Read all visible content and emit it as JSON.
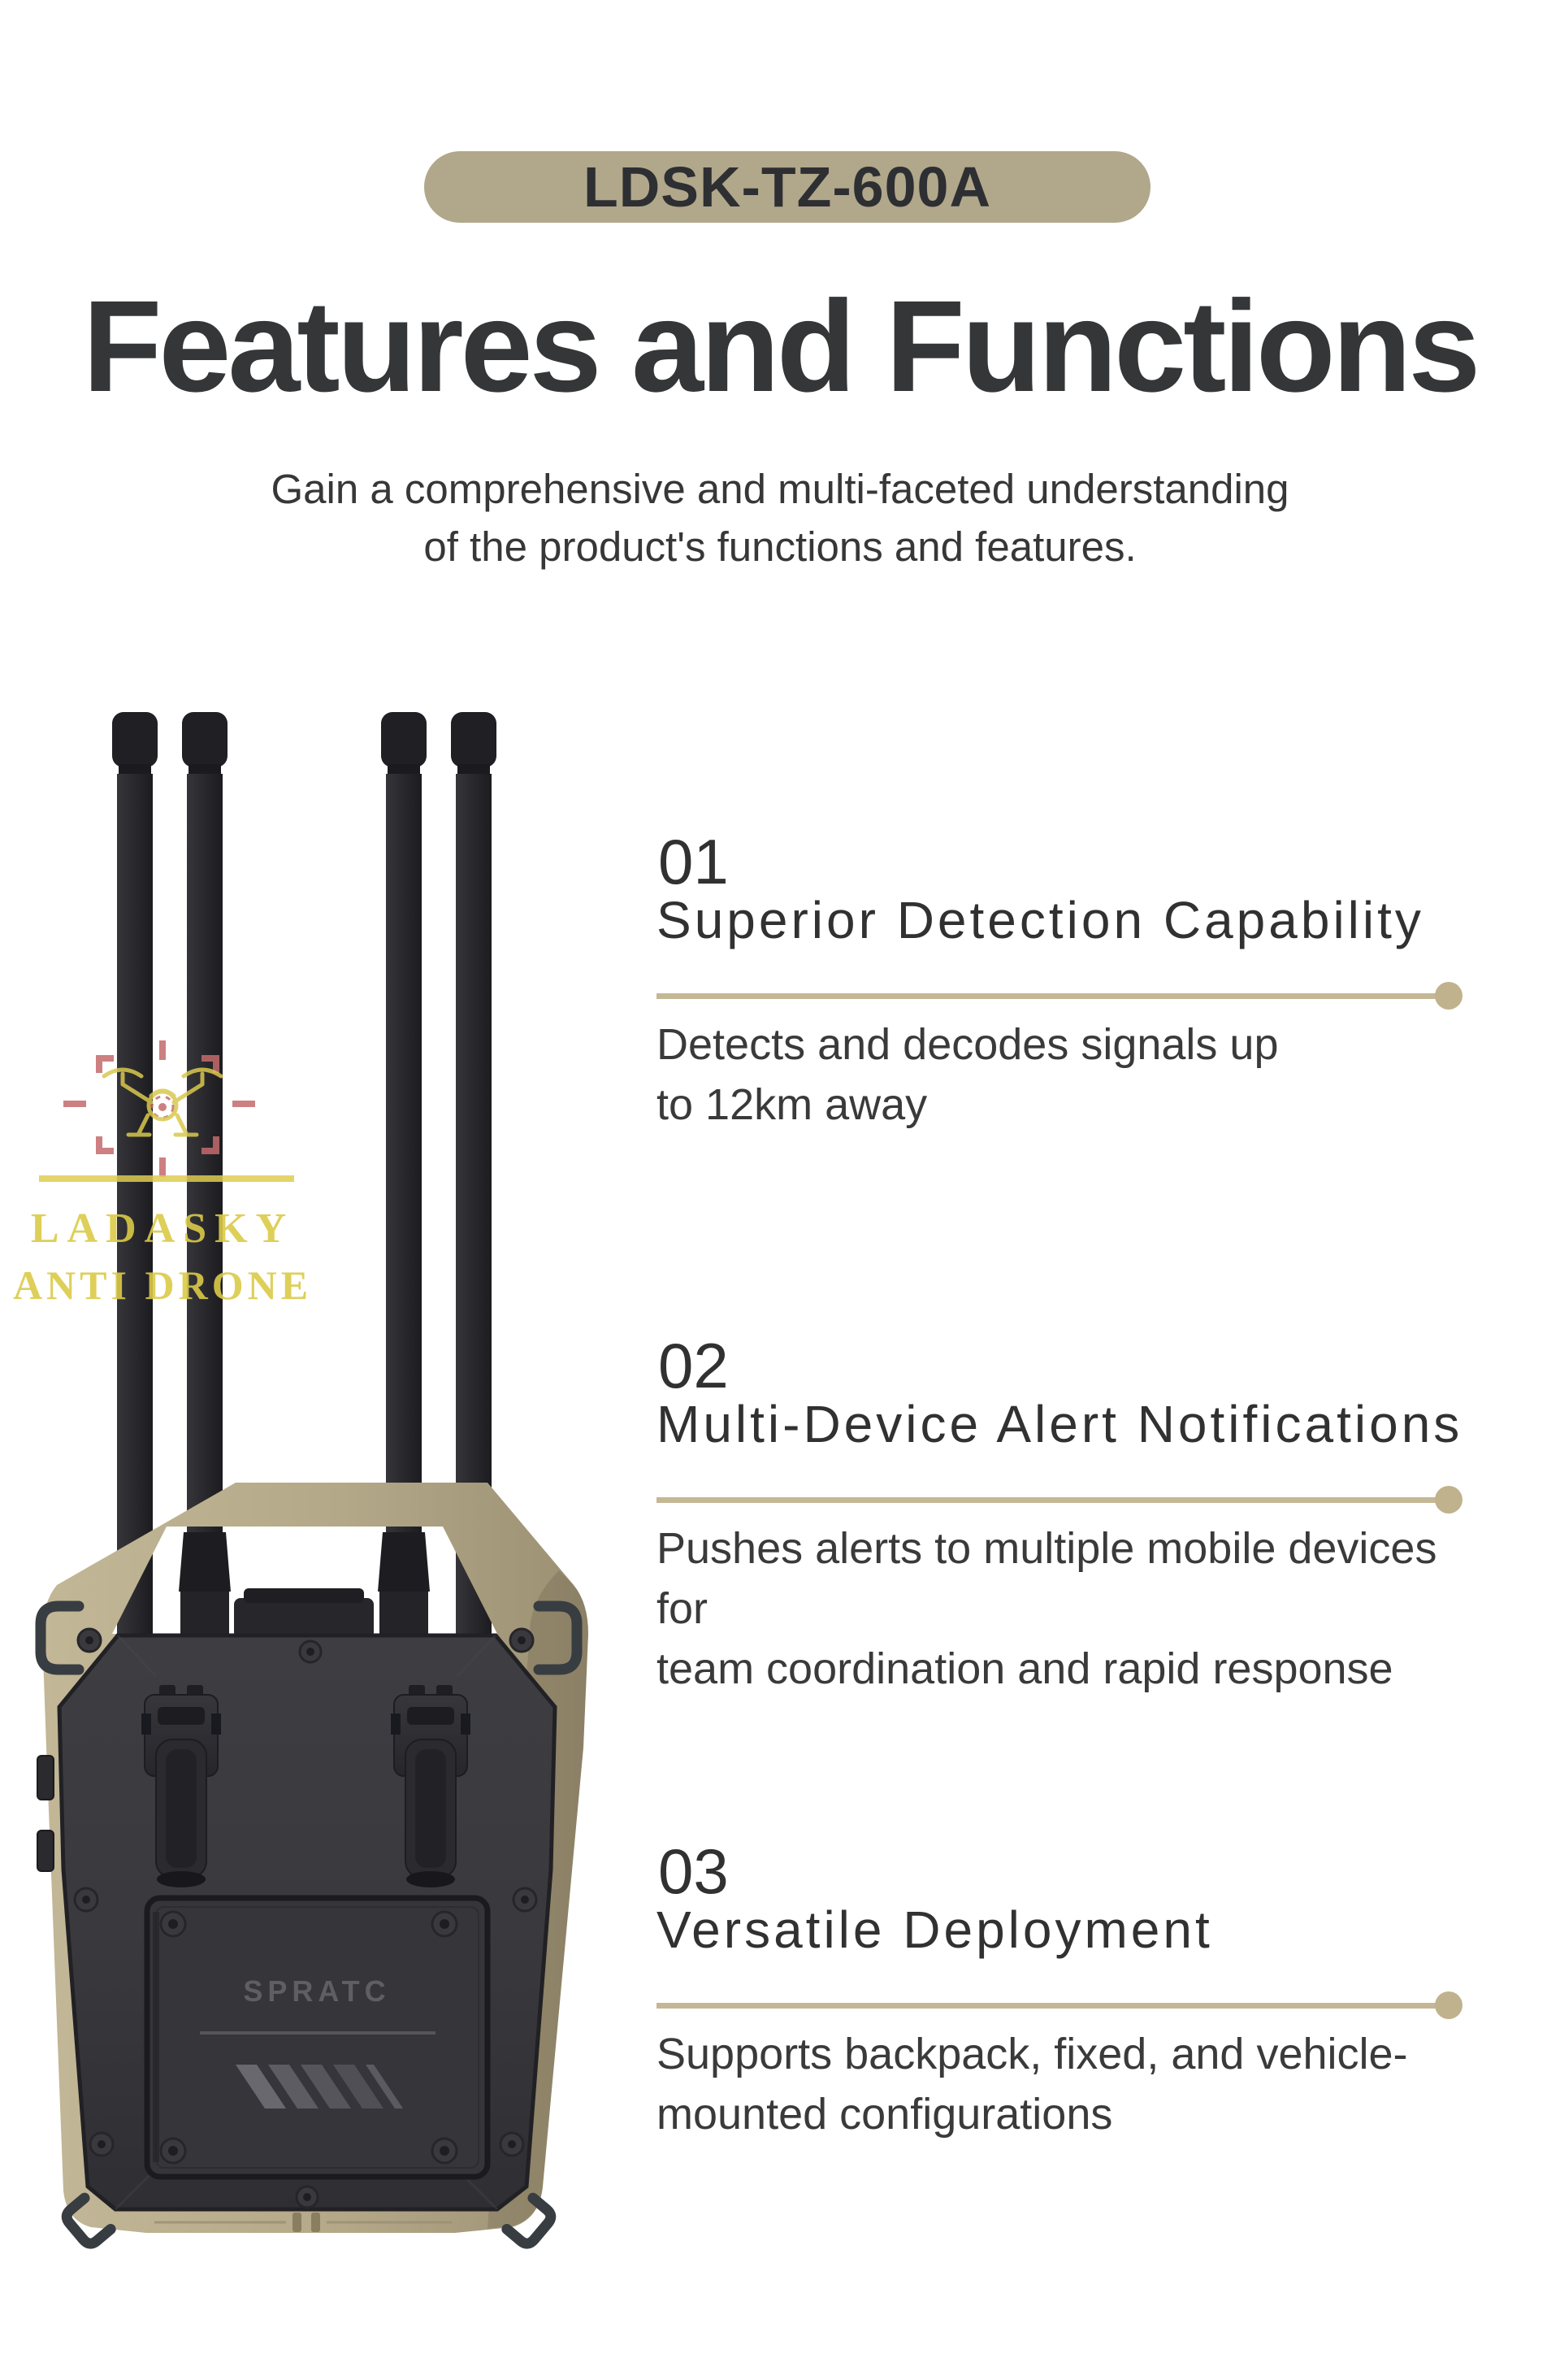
{
  "page": {
    "model_badge": "LDSK-TZ-600A",
    "title": "Features and Functions",
    "subtitle": "Gain a comprehensive and multi-faceted understanding\nof the product's functions and features."
  },
  "sections": [
    {
      "number": "01",
      "heading": "Superior Detection Capability",
      "body": "Detects and decodes signals up\nto 12km away"
    },
    {
      "number": "02",
      "heading": "Multi-Device Alert Notifications",
      "body": "Pushes alerts to multiple mobile devices for\nteam coordination and rapid response"
    },
    {
      "number": "03",
      "heading": "Versatile Deployment",
      "body": "Supports backpack, fixed, and vehicle-\nmounted configurations"
    }
  ],
  "device": {
    "brand_label": "SPRATC"
  },
  "watermark": {
    "line1": "LADASKY",
    "line2": "ANTI DRONE"
  },
  "colors": {
    "badge_tan": "#b1a78a",
    "divider_tan": "#c5b795",
    "device_tan": "#b3a888",
    "device_dark": "#343438",
    "text_dark": "#333333",
    "watermark_yellow": "#dbca48",
    "watermark_red": "#c56a6c"
  }
}
